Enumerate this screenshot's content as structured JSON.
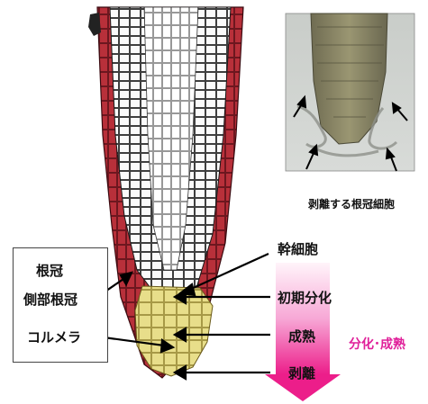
{
  "labels": {
    "root_cap": "根冠",
    "lateral_root_cap": "側部根冠",
    "columella": "コルメラ",
    "stem_cell": "幹細胞",
    "early_differentiation": "初期分化",
    "maturation": "成熟",
    "detachment": "剥離",
    "differentiation_maturation": "分化･成熟",
    "photo_caption": "剥離する根冠細胞"
  },
  "colors": {
    "lateral_cap_red": "#b8303a",
    "columella_yellow": "#e8de8a",
    "pink_arrow_top": "#fde6f3",
    "pink_arrow_bottom": "#ec1e8a",
    "pink_text": "#e0209a"
  }
}
